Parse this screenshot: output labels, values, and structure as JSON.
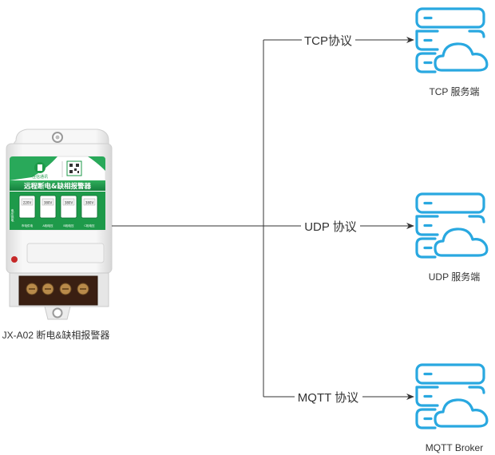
{
  "device": {
    "label": "JX-A02 断电&缺相报警器",
    "title": "远程断电&缺相报警器",
    "brand": "佳信通讯",
    "panel_caption": "电压供电",
    "terminals": [
      "220V",
      "380V",
      "380V",
      "380V"
    ],
    "terminal_captions": [
      "市电供电",
      "A相电压",
      "B相电压",
      "C相电压"
    ]
  },
  "connections": [
    {
      "label": "TCP协议"
    },
    {
      "label": "UDP 协议"
    },
    {
      "label": "MQTT 协议"
    }
  ],
  "servers": [
    {
      "label": "TCP 服务端",
      "icon": "server-cloud-icon"
    },
    {
      "label": "UDP 服务端",
      "icon": "server-cloud-icon"
    },
    {
      "label": "MQTT Broker",
      "icon": "server-cloud-icon"
    }
  ],
  "colors": {
    "line": "#333333",
    "icon": "#29a8e0",
    "device_green": "#1e9a4a",
    "device_body": "#f2f2f2"
  }
}
